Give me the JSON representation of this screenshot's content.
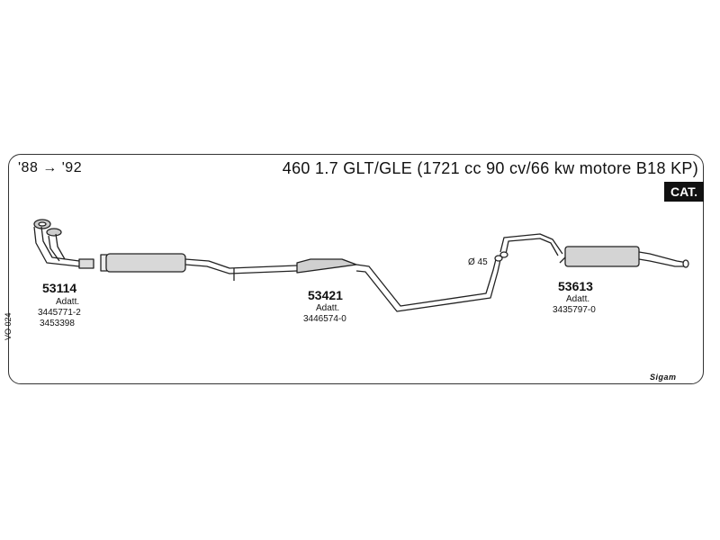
{
  "header": {
    "years": "'88 → '92",
    "title": "460 1.7 GLT/GLE (1721 cc 90 cv/66 kw motore B18 KP)",
    "cat_badge": "CAT."
  },
  "parts": [
    {
      "code": "53114",
      "note": "Adatt.",
      "refs": [
        "3445771-2",
        "3453398"
      ]
    },
    {
      "code": "53421",
      "note": "Adatt.",
      "refs": [
        "3446574-0"
      ]
    },
    {
      "code": "53613",
      "note": "Adatt.",
      "refs": [
        "3435797-0"
      ]
    }
  ],
  "pipe_diameter_label": "Ø 45",
  "side_code": "VO 024",
  "brand": "Sigam"
}
